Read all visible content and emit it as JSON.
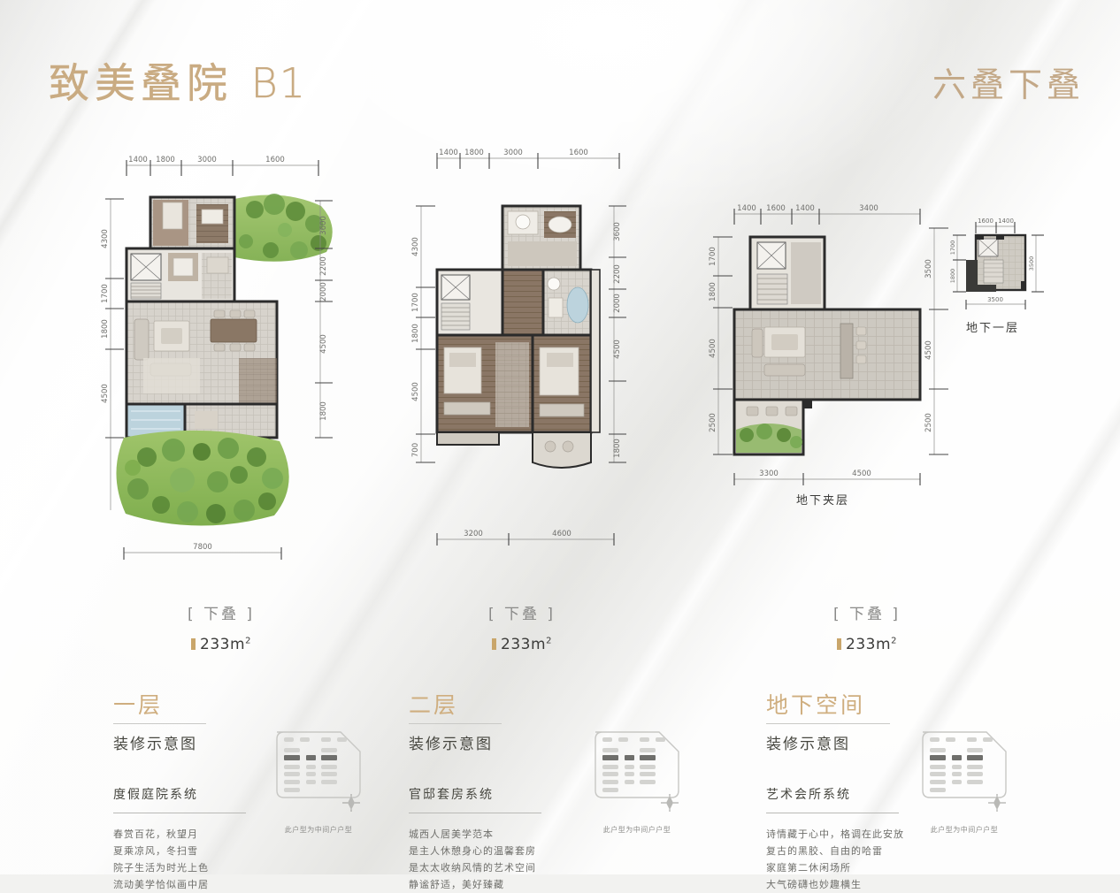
{
  "header": {
    "title_cn": "致美叠院",
    "title_en": "B1",
    "subtitle": "六叠下叠"
  },
  "plans": [
    {
      "id": "floor-1",
      "type_label": "[ 下叠 ]",
      "area": "233m",
      "area_unit": "2",
      "dims_top": [
        "1400",
        "1800",
        "3000",
        "1600"
      ],
      "dims_left": [
        "4300",
        "1700",
        "1800",
        "4500"
      ],
      "dims_right": [
        "3600",
        "2200",
        "2000",
        "4500",
        "1800"
      ],
      "dims_bottom": [
        "7800"
      ]
    },
    {
      "id": "floor-2",
      "type_label": "[ 下叠 ]",
      "area": "233m",
      "area_unit": "2",
      "dims_top": [
        "1400",
        "1800",
        "3000",
        "1600"
      ],
      "dims_left": [
        "4300",
        "1700",
        "1800",
        "4500",
        "700"
      ],
      "dims_right": [
        "3600",
        "2200",
        "2000",
        "4500",
        "1800"
      ],
      "dims_bottom": [
        "3200",
        "4600"
      ]
    },
    {
      "id": "basement",
      "type_label": "[ 下叠 ]",
      "area": "233m",
      "area_unit": "2",
      "dims_top": [
        "1400",
        "1600",
        "1400",
        "3400"
      ],
      "dims_left": [
        "1700",
        "1800",
        "4500",
        "2500"
      ],
      "dims_right": [
        "3500",
        "4500",
        "2500"
      ],
      "dims_bottom": [
        "3300",
        "4500"
      ],
      "caption": "地下夹层",
      "inset": {
        "caption": "地下一层",
        "dims_top": [
          "1600",
          "1400"
        ],
        "dims_left": [
          "1700",
          "1800"
        ],
        "dims_right": [
          "3500"
        ],
        "dims_bottom": [
          "3500"
        ]
      }
    }
  ],
  "columns": [
    {
      "big": "一层",
      "sub": "装修示意图",
      "system": "度假庭院系统",
      "lines": [
        "春赏百花，秋望月",
        "夏乘凉风，冬扫雪",
        "院子生活为时光上色",
        "流动美学恰似画中居"
      ],
      "keyplan_caption": "此户型为中间户户型"
    },
    {
      "big": "二层",
      "sub": "装修示意图",
      "system": "官邸套房系统",
      "lines": [
        "城西人居美学范本",
        "是主人休憩身心的温馨套房",
        "是太太收纳风情的艺术空间",
        "静谧舒适，美好臻藏"
      ],
      "keyplan_caption": "此户型为中间户户型"
    },
    {
      "big": "地下空间",
      "sub": "装修示意图",
      "system": "艺术会所系统",
      "lines": [
        "诗情藏于心中，格调在此安放",
        "复古的黑胶、自由的哈雷",
        "家庭第二休闲场所",
        "大气磅礴也妙趣横生"
      ],
      "keyplan_caption": "此户型为中间户户型"
    }
  ],
  "colors": {
    "gold": "#c9ab82",
    "gold_dark": "#c9a66b",
    "text_dark": "#3c3c3a",
    "text_mid": "#6e6e6a",
    "dim": "#6f6f6c",
    "wall": "#2b2b2b"
  }
}
